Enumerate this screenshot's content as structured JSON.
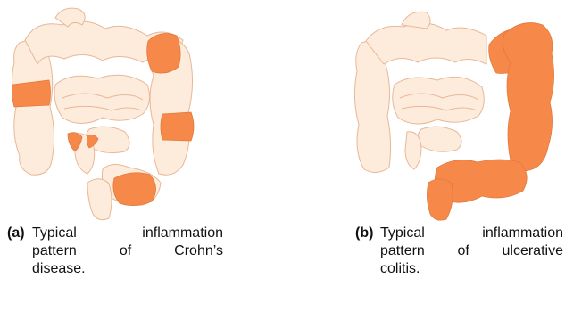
{
  "colors": {
    "tissue_fill": "#fdebdc",
    "tissue_stroke": "#e7b898",
    "inflamed_fill": "#f6894a"
  },
  "panels": [
    {
      "tag": "(a)",
      "caption_line1": [
        "Typical",
        "inflammation"
      ],
      "caption_line2": [
        "pattern",
        "of",
        "Crohn’s"
      ],
      "caption_line3": "disease."
    },
    {
      "tag": "(b)",
      "caption_line1": [
        "Typical",
        "inflammation"
      ],
      "caption_line2": [
        "pattern",
        "of",
        "ulcerative"
      ],
      "caption_line3": "colitis."
    }
  ]
}
